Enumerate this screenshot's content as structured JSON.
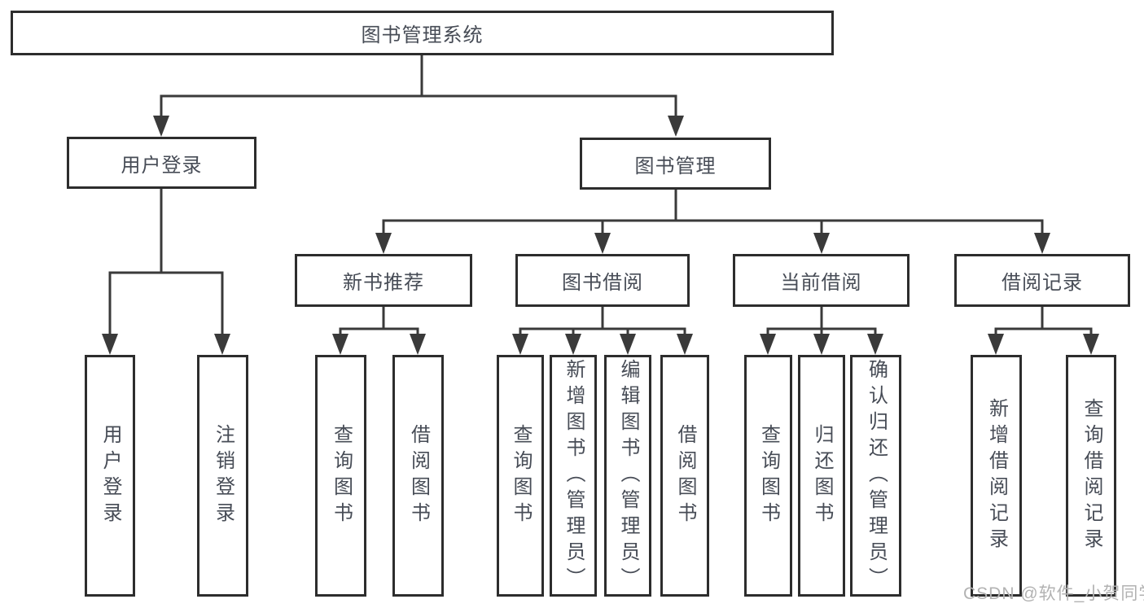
{
  "diagram": {
    "type": "hierarchy-tree",
    "root": {
      "label": "图书管理系统"
    },
    "level2": [
      {
        "id": "user-login",
        "label": "用户登录"
      },
      {
        "id": "book-management",
        "label": "图书管理"
      }
    ],
    "level3": [
      {
        "id": "new-book-recommend",
        "label": "新书推荐",
        "parent": "图书管理"
      },
      {
        "id": "book-borrow",
        "label": "图书借阅",
        "parent": "图书管理"
      },
      {
        "id": "current-borrow",
        "label": "当前借阅",
        "parent": "图书管理"
      },
      {
        "id": "borrow-records",
        "label": "借阅记录",
        "parent": "图书管理"
      }
    ],
    "branches": [
      {
        "parent": "用户登录",
        "children": [
          "用户登录",
          "注销登录"
        ]
      },
      {
        "parent": "新书推荐",
        "children": [
          "查询图书",
          "借阅图书"
        ]
      },
      {
        "parent": "图书借阅",
        "children": [
          "查询图书",
          "新增图书（管理员）",
          "编辑图书（管理员）",
          "借阅图书"
        ]
      },
      {
        "parent": "当前借阅",
        "children": [
          "查询图书",
          "归还图书",
          "确认归还（管理员）"
        ]
      },
      {
        "parent": "借阅记录",
        "children": [
          "新增借阅记录",
          "查询借阅记录"
        ]
      }
    ]
  },
  "watermark": {
    "text": "CSDN @软件_小贺同学"
  },
  "colors": {
    "box_border": "#2d2d2d",
    "connector_line": "#3a3a3a",
    "text": "#474c56",
    "watermark_text": "#b2b2b2",
    "background": "#ffffff"
  }
}
